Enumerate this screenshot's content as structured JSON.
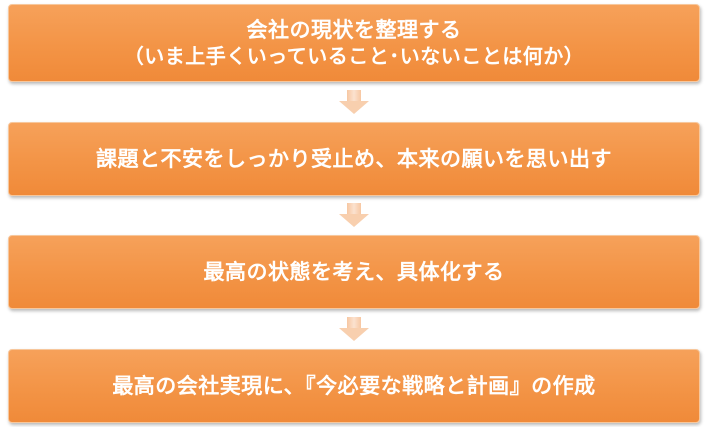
{
  "steps": [
    {
      "title": "会社の現状を整理する",
      "subtitle": "（いま上手くいっていること･いないことは何か）"
    },
    {
      "title": "課題と不安をしっかり受止め、本来の願いを思い出す"
    },
    {
      "title": "最高の状態を考え、具体化する"
    },
    {
      "title": "最高の会社実現に、『今必要な戦略と計画』の作成"
    }
  ],
  "colors": {
    "box_fill": "#f39446",
    "box_text": "#ffffff",
    "arrow_fill": "#f8cfae"
  }
}
